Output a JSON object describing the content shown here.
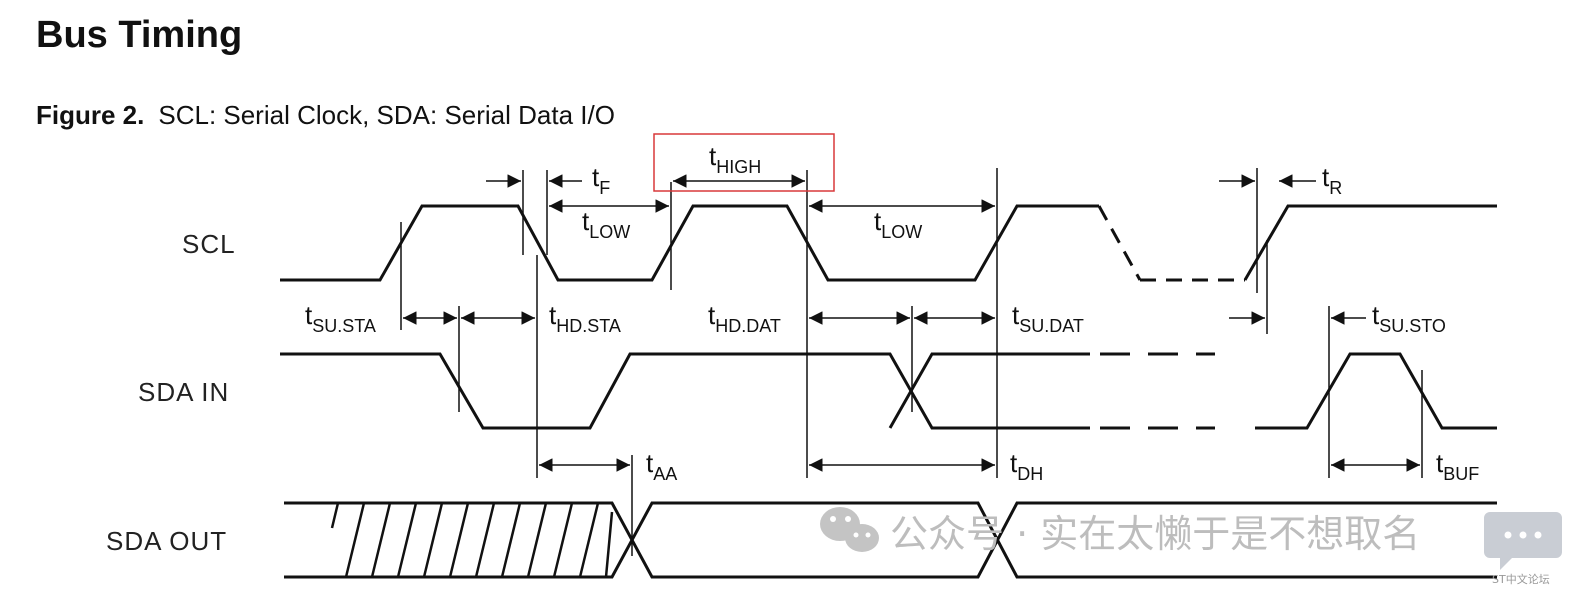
{
  "heading": "Bus Timing",
  "figure": {
    "number": "Figure 2.",
    "caption": "SCL: Serial Clock, SDA: Serial Data I/O"
  },
  "signals": {
    "scl": "SCL",
    "sda_in": "SDA IN",
    "sda_out": "SDA OUT"
  },
  "timing_labels": {
    "tF": {
      "main": "t",
      "sub": "F"
    },
    "tHIGH": {
      "main": "t",
      "sub": "HIGH"
    },
    "tLOW1": {
      "main": "t",
      "sub": "LOW"
    },
    "tLOW2": {
      "main": "t",
      "sub": "LOW"
    },
    "tR": {
      "main": "t",
      "sub": "R"
    },
    "tSUSTA": {
      "main": "t",
      "sub": "SU.STA"
    },
    "tHDSTA": {
      "main": "t",
      "sub": "HD.STA"
    },
    "tHDDAT": {
      "main": "t",
      "sub": "HD.DAT"
    },
    "tSUDAT": {
      "main": "t",
      "sub": "SU.DAT"
    },
    "tSUSTO": {
      "main": "t",
      "sub": "SU.STO"
    },
    "tAA": {
      "main": "t",
      "sub": "AA"
    },
    "tDH": {
      "main": "t",
      "sub": "DH"
    },
    "tBUF": {
      "main": "t",
      "sub": "BUF"
    }
  },
  "watermark": {
    "text": "公众号 · 实在太懒于是不想取名",
    "small": "ST中文论坛"
  },
  "colors": {
    "line": "#111111",
    "highlight_box": "#d9383a",
    "watermark": "#bdbdbd"
  }
}
